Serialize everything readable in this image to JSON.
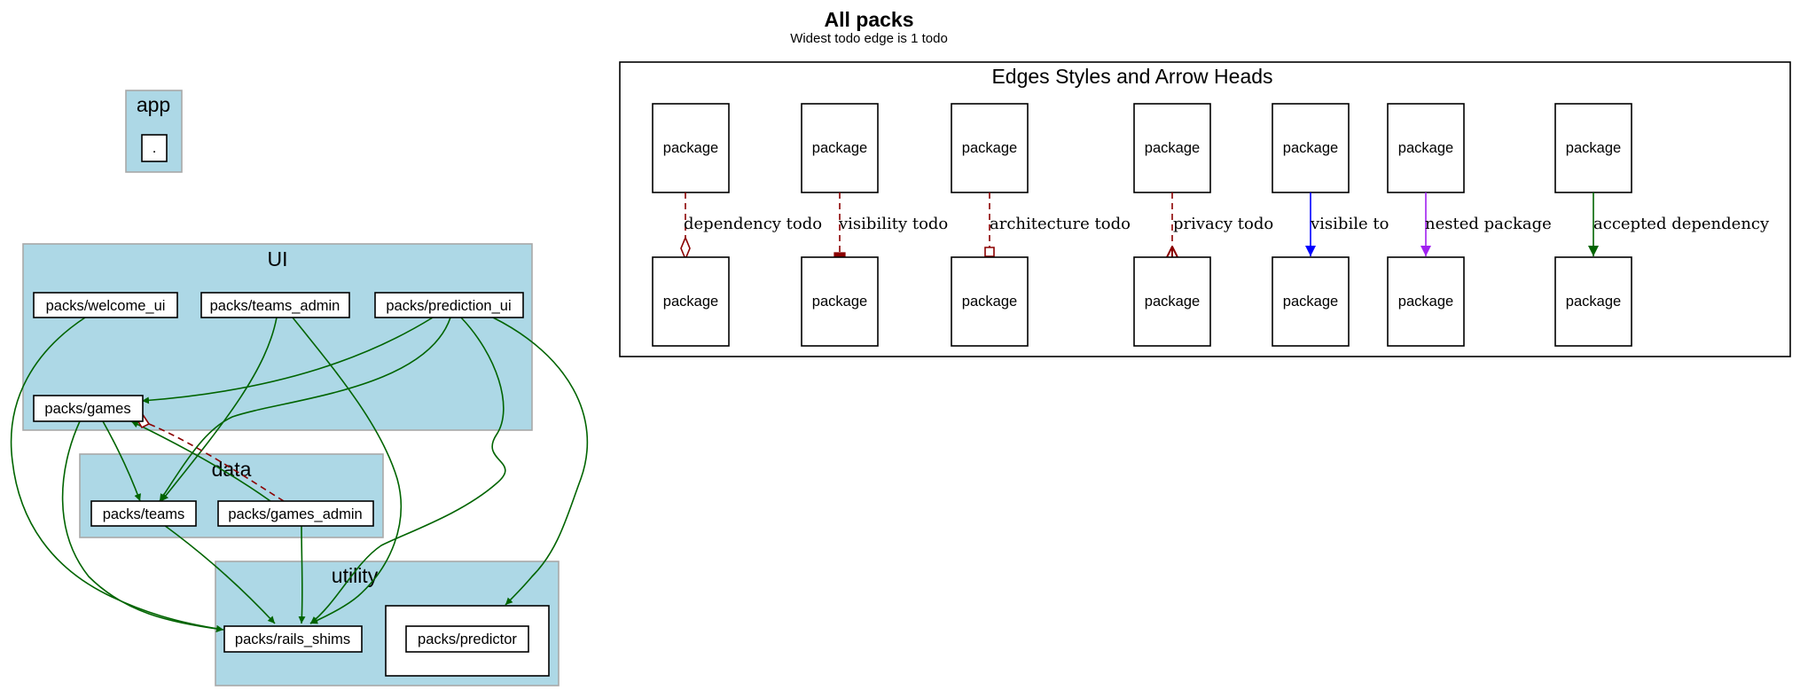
{
  "graph": {
    "title": "All packs",
    "subtitle": "Widest todo edge is 1 todo"
  },
  "clusters": {
    "app": {
      "label": "app",
      "nodes": [
        "."
      ]
    },
    "ui": {
      "label": "UI",
      "nodes": [
        "packs/welcome_ui",
        "packs/teams_admin",
        "packs/prediction_ui",
        "packs/games"
      ]
    },
    "data": {
      "label": "data",
      "nodes": [
        "packs/teams",
        "packs/games_admin"
      ]
    },
    "utility": {
      "label": "utility",
      "nodes": [
        "packs/rails_shims",
        "packs/predictor"
      ]
    }
  },
  "edges": [
    {
      "from": "packs/welcome_ui",
      "to": "packs/rails_shims",
      "style": "accepted dependency"
    },
    {
      "from": "packs/teams_admin",
      "to": "packs/teams",
      "style": "accepted dependency"
    },
    {
      "from": "packs/teams_admin",
      "to": "packs/rails_shims",
      "style": "accepted dependency"
    },
    {
      "from": "packs/prediction_ui",
      "to": "packs/games",
      "style": "accepted dependency"
    },
    {
      "from": "packs/prediction_ui",
      "to": "packs/teams",
      "style": "accepted dependency"
    },
    {
      "from": "packs/prediction_ui",
      "to": "packs/rails_shims",
      "style": "accepted dependency"
    },
    {
      "from": "packs/prediction_ui",
      "to": "packs/predictor",
      "style": "accepted dependency"
    },
    {
      "from": "packs/games",
      "to": "packs/teams",
      "style": "accepted dependency"
    },
    {
      "from": "packs/games",
      "to": "packs/rails_shims",
      "style": "accepted dependency"
    },
    {
      "from": "packs/games_admin",
      "to": "packs/games",
      "style": "accepted dependency"
    },
    {
      "from": "packs/games_admin",
      "to": "packs/games",
      "style": "dependency todo"
    },
    {
      "from": "packs/games_admin",
      "to": "packs/rails_shims",
      "style": "accepted dependency"
    },
    {
      "from": "packs/teams",
      "to": "packs/rails_shims",
      "style": "accepted dependency"
    }
  ],
  "legend": {
    "title": "Edges Styles and Arrow Heads",
    "node_label": "package",
    "items": [
      {
        "label": "dependency todo",
        "color": "#8b0000",
        "line": "dashed",
        "arrowhead": "odiamond"
      },
      {
        "label": "visibility todo",
        "color": "#8b0000",
        "line": "dashed",
        "arrowhead": "tee"
      },
      {
        "label": "architecture todo",
        "color": "#8b0000",
        "line": "dashed",
        "arrowhead": "obox"
      },
      {
        "label": "privacy todo",
        "color": "#8b0000",
        "line": "dashed",
        "arrowhead": "crow"
      },
      {
        "label": "visibile to",
        "color": "#0000ff",
        "line": "solid",
        "arrowhead": "normal"
      },
      {
        "label": "nested package",
        "color": "#a020f0",
        "line": "solid",
        "arrowhead": "normal"
      },
      {
        "label": "accepted dependency",
        "color": "#006400",
        "line": "solid",
        "arrowhead": "normal"
      }
    ]
  },
  "colors": {
    "cluster_fill": "#add8e6",
    "accepted_dependency": "#006400",
    "todo": "#8b0000",
    "visible_to": "#0000ff",
    "nested_package": "#a020f0"
  }
}
